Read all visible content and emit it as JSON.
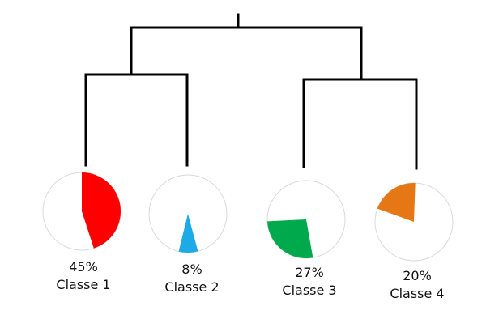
{
  "classes": [
    {
      "percent_label": "45%",
      "name": "Classe 1",
      "value": 45,
      "color": "#ff0000"
    },
    {
      "percent_label": "8%",
      "name": "Classe 2",
      "value": 8,
      "color": "#1eaae6"
    },
    {
      "percent_label": "27%",
      "name": "Classe 3",
      "value": 27,
      "color": "#00aa4c"
    },
    {
      "percent_label": "20%",
      "name": "Classe 4",
      "value": 20,
      "color": "#e57714"
    }
  ]
}
